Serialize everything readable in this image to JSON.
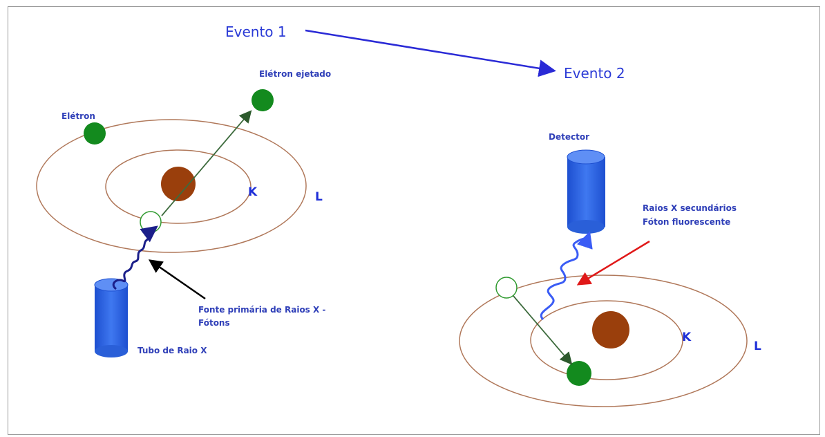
{
  "events": {
    "event1": "Evento 1",
    "event2": "Evento 2"
  },
  "event1_diagram": {
    "electron_label": "Elétron",
    "ejected_electron_label": "Elétron ejetado",
    "shell_k": "K",
    "shell_l": "L",
    "source_label_line1": "Fonte primária de Raios X -",
    "source_label_line2": "Fótons",
    "tube_label": "Tubo de Raio X"
  },
  "event2_diagram": {
    "detector_label": "Detector",
    "secondary_line1": "Raios X secundários",
    "secondary_line2": "Fóton fluorescente",
    "shell_k": "K",
    "shell_l": "L"
  },
  "colors": {
    "orbit": "#b0785a",
    "nucleus": "#9a3f0c",
    "electron": "#138a1e",
    "photon_primary": "#1b1f8a",
    "photon_secondary": "#3a5cf5",
    "tube": "#2f63e0",
    "event_arrow": "#2a2ad6",
    "pointer_black": "#000000",
    "pointer_red": "#e01818",
    "electron_path": "#3d6b3d"
  }
}
